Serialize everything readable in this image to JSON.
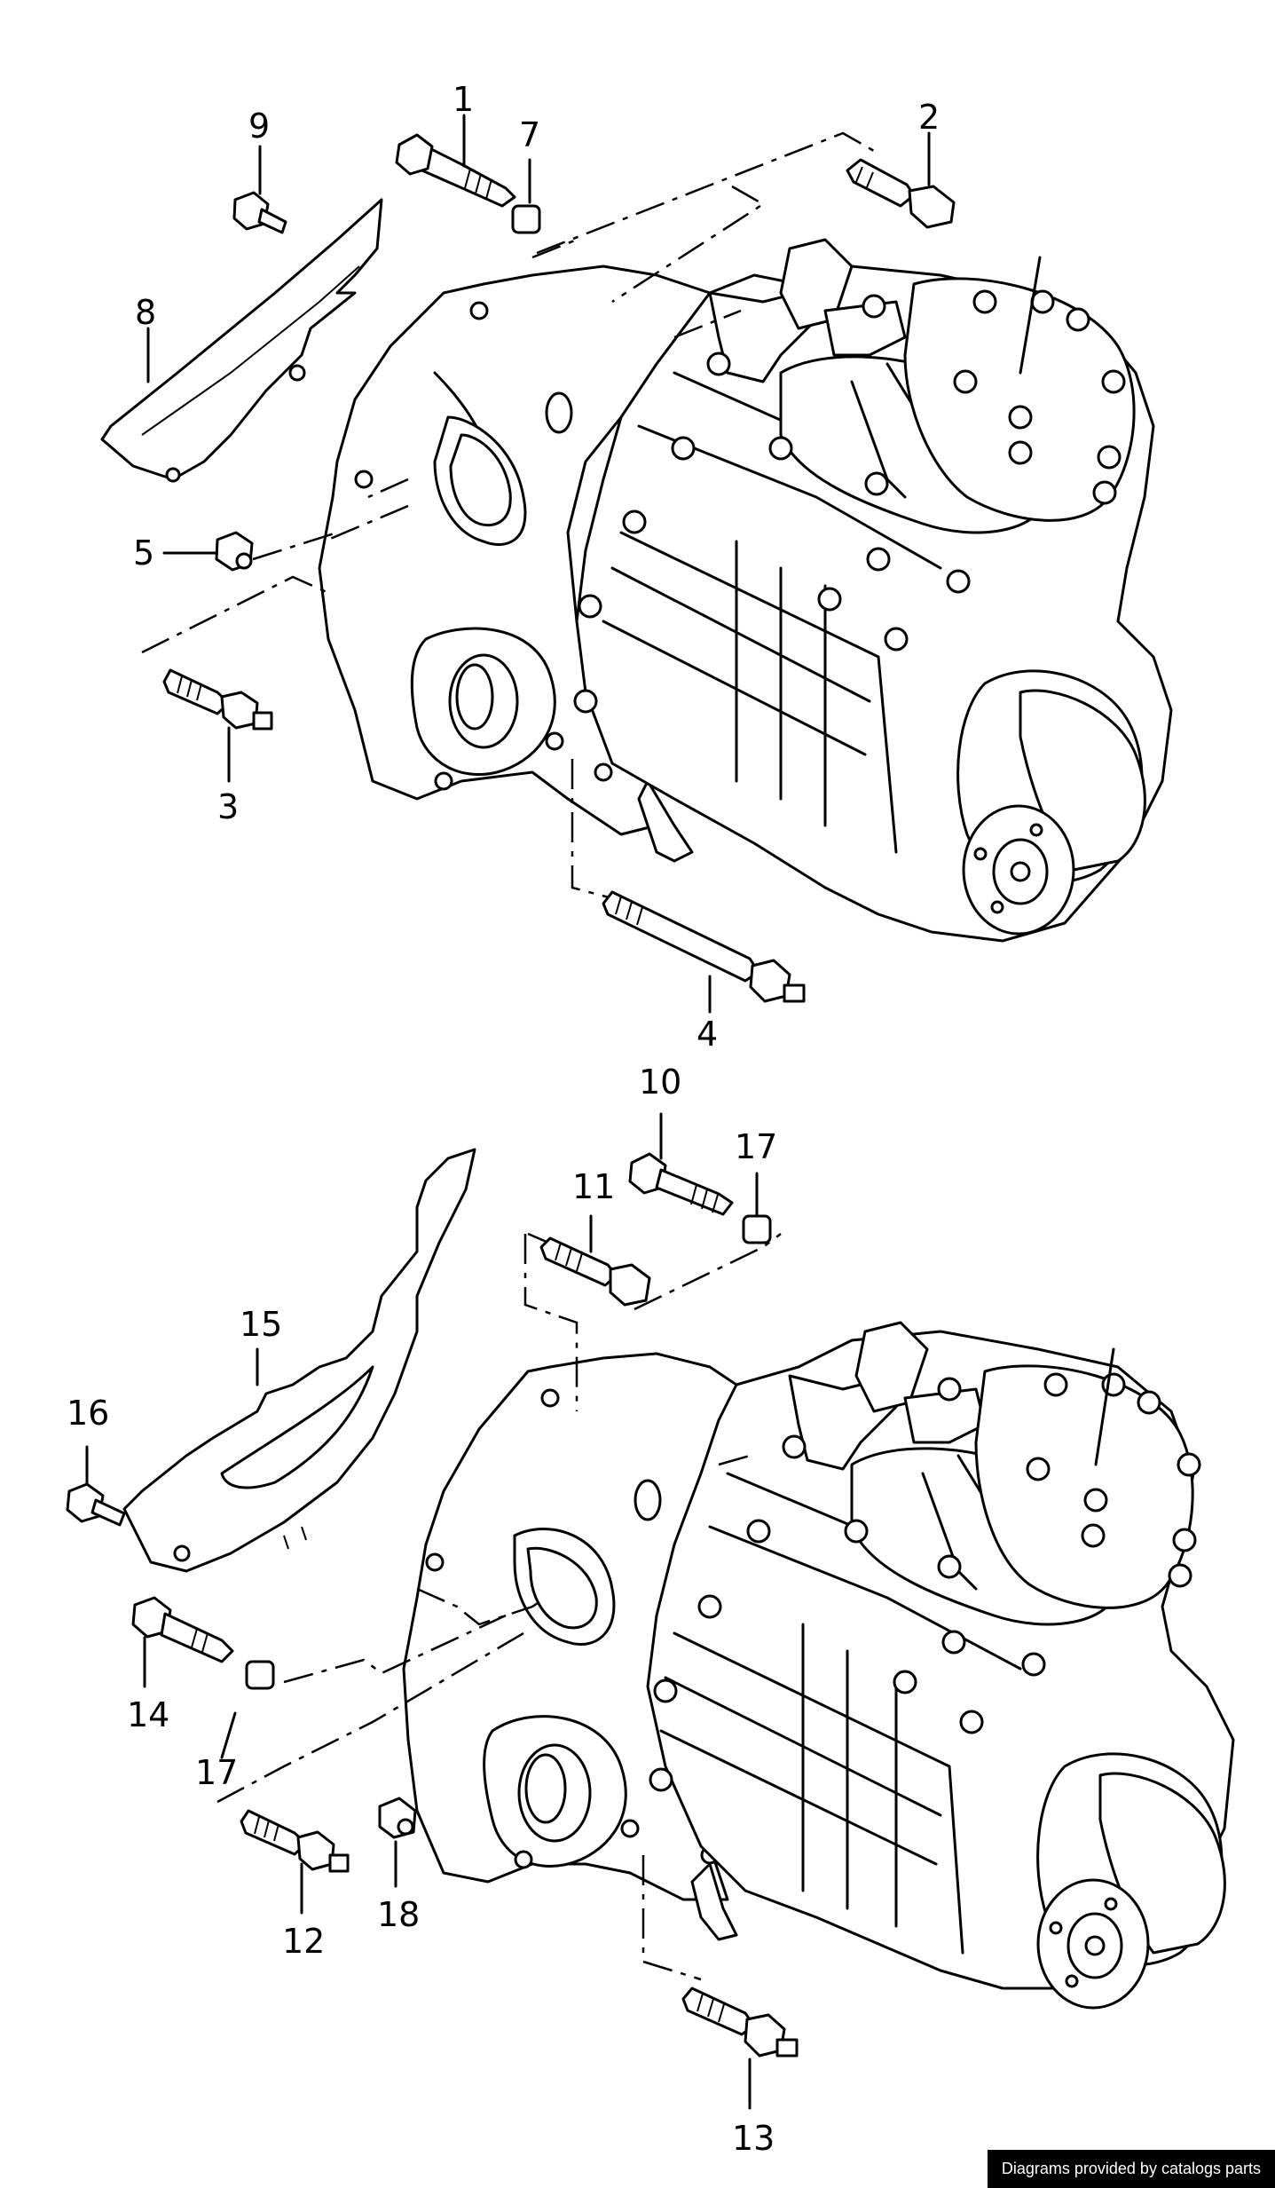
{
  "callouts": {
    "c1": "1",
    "c2": "2",
    "c3": "3",
    "c4": "4",
    "c5": "5",
    "c7": "7",
    "c8": "8",
    "c9": "9",
    "c10": "10",
    "c11": "11",
    "c12": "12",
    "c13": "13",
    "c14": "14",
    "c15": "15",
    "c16": "16",
    "c17a": "17",
    "c17b": "17",
    "c18": "18"
  },
  "footer": {
    "text": "Diagrams provided by catalogs parts"
  }
}
